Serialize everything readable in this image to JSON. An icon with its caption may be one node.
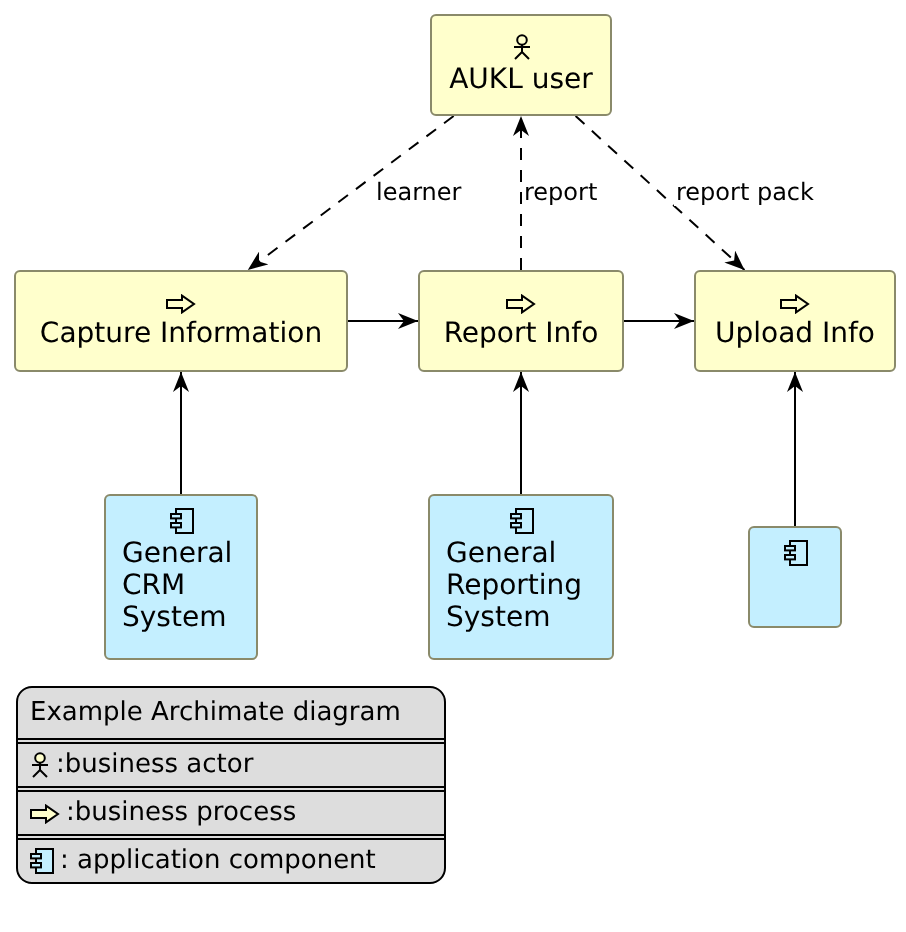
{
  "diagram": {
    "nodes": [
      {
        "text": [
          "AUKL user"
        ]
      },
      {
        "text": [
          "Capture Information"
        ]
      },
      {
        "text": [
          "Report Info"
        ]
      },
      {
        "text": [
          "Upload Info"
        ]
      },
      {
        "text": [
          "General CRM System"
        ]
      },
      {
        "text": [
          "General Reporting System"
        ]
      },
      {
        "text": [],
        "shape": "box"
      }
    ],
    "edges": [
      {
        "from": 0,
        "to": 1,
        "arrow": "to",
        "style": "dashed",
        "label": "learner"
      },
      {
        "from": 2,
        "to": 0,
        "arrow": "to",
        "style": "dashed",
        "label": "report"
      },
      {
        "from": 0,
        "to": 3,
        "arrow": "to",
        "style": "dashed",
        "label": "report pack"
      },
      {
        "from": 1,
        "to": 2,
        "arrow": "to"
      },
      {
        "from": 2,
        "to": 3,
        "arrow": "to"
      },
      {
        "from": 4,
        "to": 1,
        "arrow": "to"
      },
      {
        "from": 5,
        "to": 2,
        "arrow": "to"
      },
      {
        "from": 6,
        "to": 3,
        "arrow": "to"
      }
    ],
    "labels": [
      "Example Archimate diagram"
    ],
    "legend": [
      {
        "text": ":business actor"
      },
      {
        "text": ":business process"
      },
      {
        "text": ": application component"
      }
    ]
  }
}
